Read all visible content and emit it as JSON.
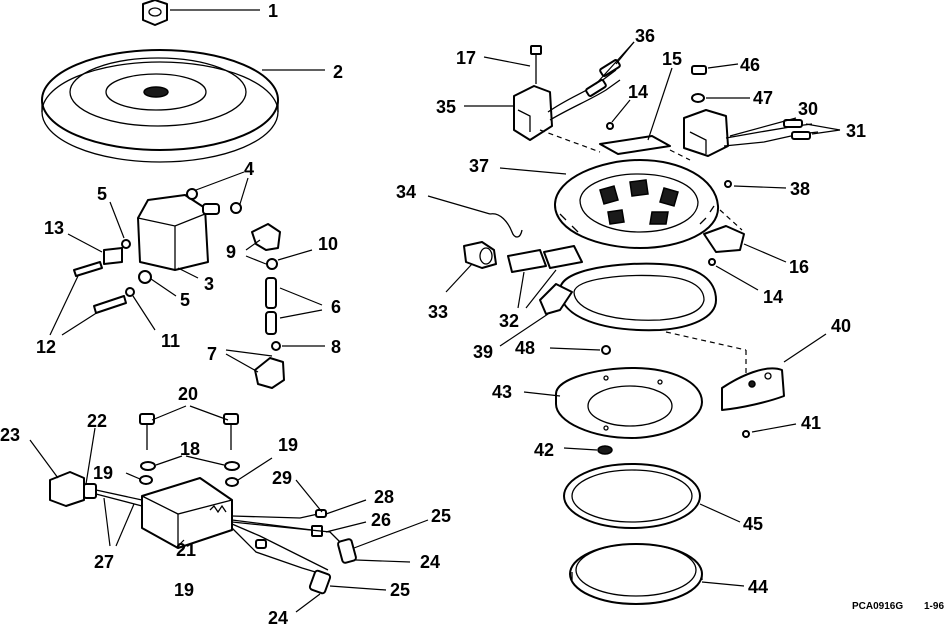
{
  "diagram": {
    "reference_code": "PCA0916G",
    "reference_date": "1-96",
    "callouts": [
      "1",
      "2",
      "3",
      "4",
      "5",
      "5",
      "6",
      "7",
      "8",
      "9",
      "10",
      "11",
      "12",
      "13",
      "14",
      "14",
      "15",
      "16",
      "17",
      "18",
      "19",
      "19",
      "19",
      "20",
      "21",
      "22",
      "23",
      "24",
      "24",
      "25",
      "25",
      "26",
      "27",
      "28",
      "29",
      "30",
      "31",
      "32",
      "33",
      "34",
      "35",
      "36",
      "37",
      "38",
      "39",
      "40",
      "41",
      "42",
      "43",
      "44",
      "45",
      "46",
      "47",
      "48"
    ]
  }
}
